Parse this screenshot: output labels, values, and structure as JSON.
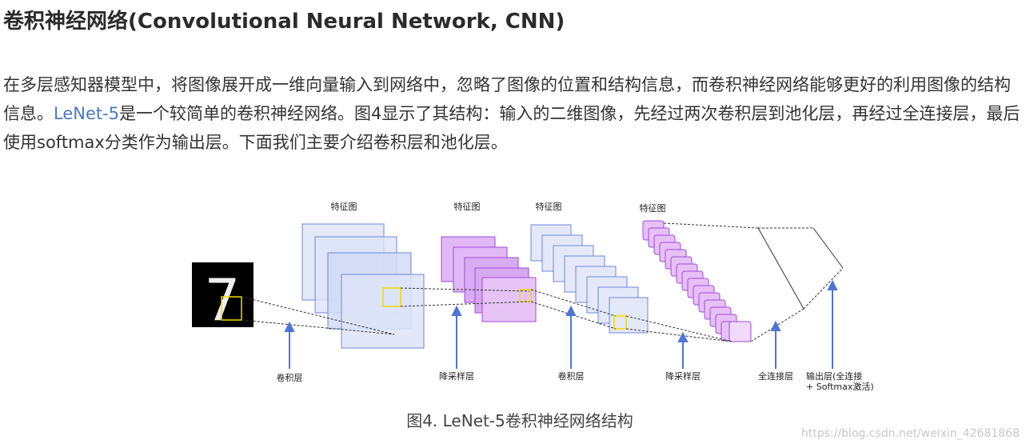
{
  "title": "卷积神经网络(Convolutional Neural Network, CNN)",
  "paragraph": {
    "part1": "在多层感知器模型中，将图像展开成一维向量输入到网络中，忽略了图像的位置和结构信息，而卷积神经网络能够更好的利用图像的结构信息。",
    "link": "LeNet-5",
    "part2": "是一个较简单的卷积神经网络。图4显示了其结构：输入的二维图像，先经过两次卷积层到池化层，再经过全连接层，最后使用softmax分类作为输出层。下面我们主要介绍卷积层和池化层。"
  },
  "figure": {
    "feature_map_labels": [
      "特征图",
      "特征图",
      "特征图",
      "特征图"
    ],
    "layer_labels": [
      "卷积层",
      "降采样层",
      "卷积层",
      "降采样层",
      "全连接层"
    ],
    "output_label_line1": "输出层(全连接",
    "output_label_line2": "+ Softmax激活)",
    "input_digit": "7",
    "colors": {
      "blue_fill": "#dde4f8",
      "blue_stroke": "#6f86d8",
      "purple_fill": "#e0b8f5",
      "purple_stroke": "#a24ad8",
      "highlight": "#f0d800",
      "arrow": "#4f74d8"
    }
  },
  "caption": "图4. LeNet-5卷积神经网络结构",
  "watermark": "https://blog.csdn.net/weixin_42681868"
}
